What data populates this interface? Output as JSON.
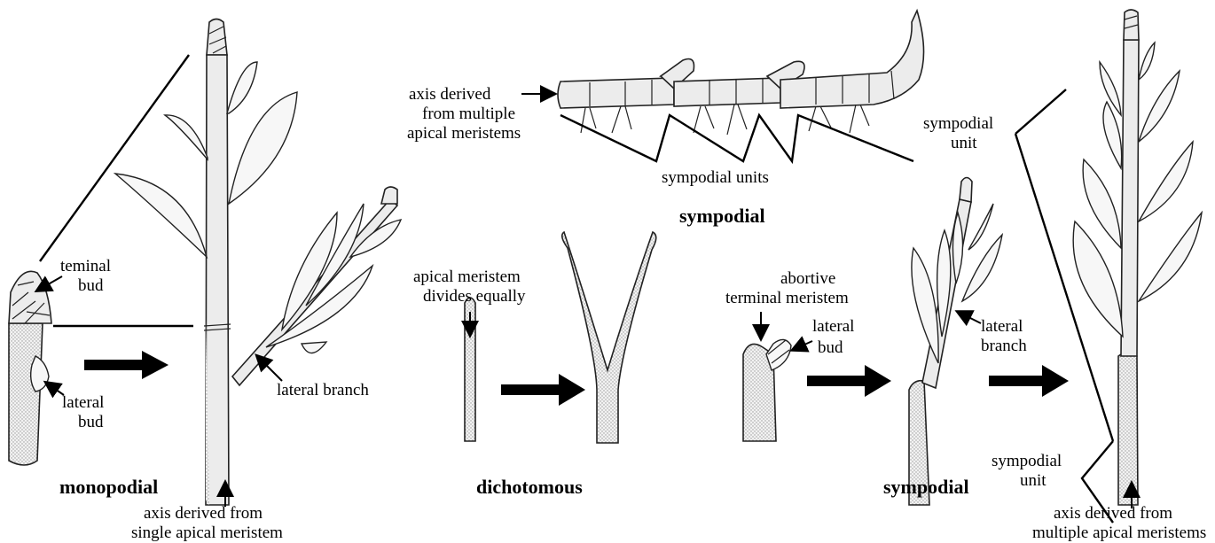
{
  "monopodial": {
    "title": "monopodial",
    "terminal_bud": [
      "teminal",
      "bud"
    ],
    "lateral_bud": [
      "lateral",
      "bud"
    ],
    "lateral_branch": "lateral branch",
    "axis_caption": [
      "axis derived from",
      "single apical meristem"
    ]
  },
  "dichotomous": {
    "title": "dichotomous",
    "meristem_label": [
      "apical meristem",
      "divides equally"
    ]
  },
  "sympodial_top": {
    "axis_label": [
      "axis derived",
      "from multiple",
      "apical meristems"
    ],
    "units_label": "sympodial units",
    "title": "sympodial"
  },
  "sympodial_bottom": {
    "title": "sympodial",
    "abortive_label": [
      "abortive",
      "terminal meristem"
    ],
    "lateral_bud": [
      "lateral",
      "bud"
    ],
    "lateral_branch": [
      "lateral",
      "branch"
    ],
    "unit_upper": [
      "sympodial",
      "unit"
    ],
    "unit_lower": [
      "sympodial",
      "unit"
    ],
    "axis_caption": [
      "axis derived from",
      "multiple apical meristems"
    ]
  }
}
